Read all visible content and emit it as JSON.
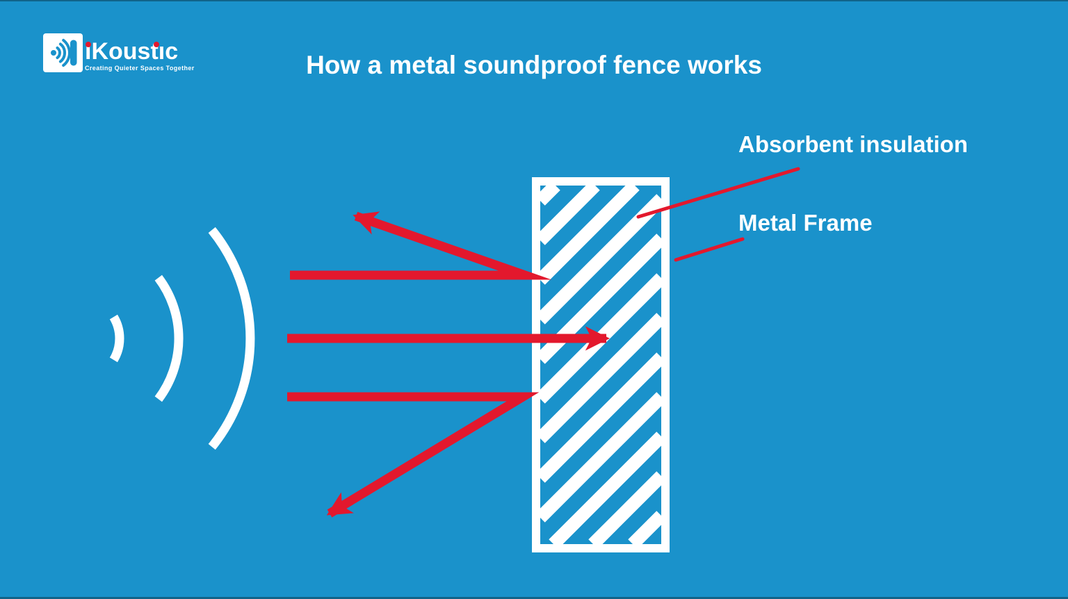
{
  "colors": {
    "bg_blue": "#1a92cb",
    "accent_red": "#e3182d",
    "white": "#ffffff"
  },
  "logo": {
    "brand": "iKoustic",
    "brand_display": "ıKoustıc",
    "tagline": "Creating Quieter Spaces Together"
  },
  "title": "How a metal soundproof fence works",
  "labels": {
    "absorbent": "Absorbent insulation",
    "metal_frame": "Metal Frame"
  },
  "icons": {
    "sound_wave_icon": "blue dot with three arcs and panel bar in white rounded square",
    "arrowhead_icon": "red barbed triangle arrowhead"
  }
}
